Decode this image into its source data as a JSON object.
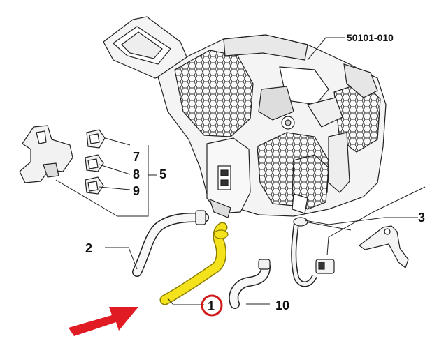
{
  "diagram": {
    "callouts": {
      "part_number": "50101-010",
      "c1": "1",
      "c2": "2",
      "c3": "3",
      "c5": "5",
      "c7": "7",
      "c8": "8",
      "c9": "9",
      "c10": "10"
    },
    "colors": {
      "highlight": "#f3e21c",
      "highlight_stroke": "#8a7d00",
      "arrow": "#e01b24",
      "circle": "#d11a1a",
      "line": "#222222"
    },
    "highlighted_callout": "1"
  }
}
